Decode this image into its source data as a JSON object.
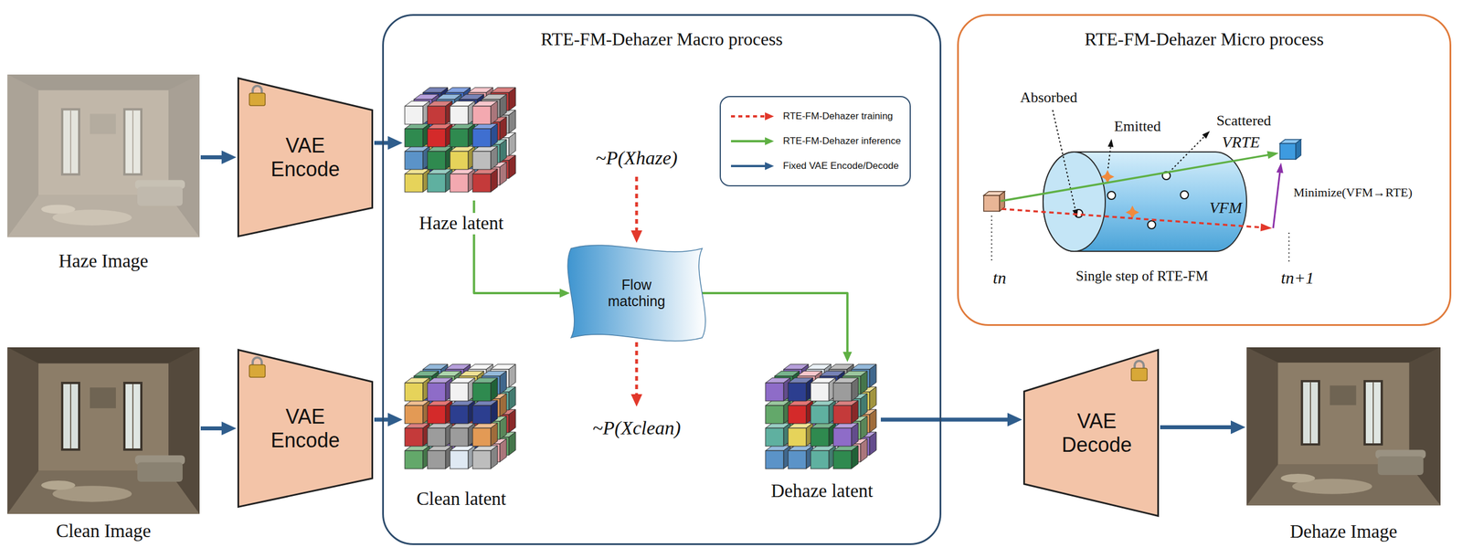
{
  "diagram": {
    "nodes": [
      {
        "text": [
          "Haze Image"
        ]
      },
      {
        "text": [
          "VAE Encode"
        ]
      },
      {
        "text": [
          "Clean Image"
        ]
      },
      {
        "text": [
          "VAE Encode"
        ]
      },
      {
        "text": [
          "RTE-FM-Dehazer Macro process"
        ]
      },
      {
        "text": [
          "Haze latent"
        ],
        "in": 4
      },
      {
        "text": [
          "Flow matching"
        ],
        "in": 4
      },
      {
        "text": [
          "Clean latent"
        ],
        "in": 4
      },
      {
        "text": [
          "Dehaze latent"
        ],
        "in": 4
      },
      {
        "text": [
          "VAE Decode"
        ]
      },
      {
        "text": [
          "Dehaze Image"
        ]
      },
      {
        "text": [
          "RTE-FM-Dehazer Micro process"
        ]
      },
      {
        "text": [
          "Single step of RTE-FM"
        ],
        "in": 11
      }
    ],
    "edges": [
      {
        "from": 0,
        "to": 1,
        "arrow": "to"
      },
      {
        "from": 1,
        "to": 5,
        "arrow": "to"
      },
      {
        "from": 2,
        "to": 3,
        "arrow": "to"
      },
      {
        "from": 3,
        "to": 7,
        "arrow": "to"
      },
      {
        "from": 5,
        "to": 6,
        "arrow": "to"
      },
      {
        "from": 6,
        "to": 8,
        "arrow": "to"
      },
      {
        "from": 8,
        "to": 9,
        "arrow": "to"
      },
      {
        "from": 9,
        "to": 10,
        "arrow": "to"
      }
    ],
    "labels": [
      "~P(Xhaze)",
      "~P(Xclean)",
      "Absorbed",
      "Emitted",
      "Scattered",
      "VRTE",
      "VFM",
      "Minimize(VFM→RTE)",
      "tn",
      "tn+1"
    ],
    "legend": [
      {
        "text": "RTE-FM-Dehazer training"
      },
      {
        "text": "RTE-FM-Dehazer inference"
      },
      {
        "text": "Fixed VAE Encode/Decode"
      }
    ]
  }
}
